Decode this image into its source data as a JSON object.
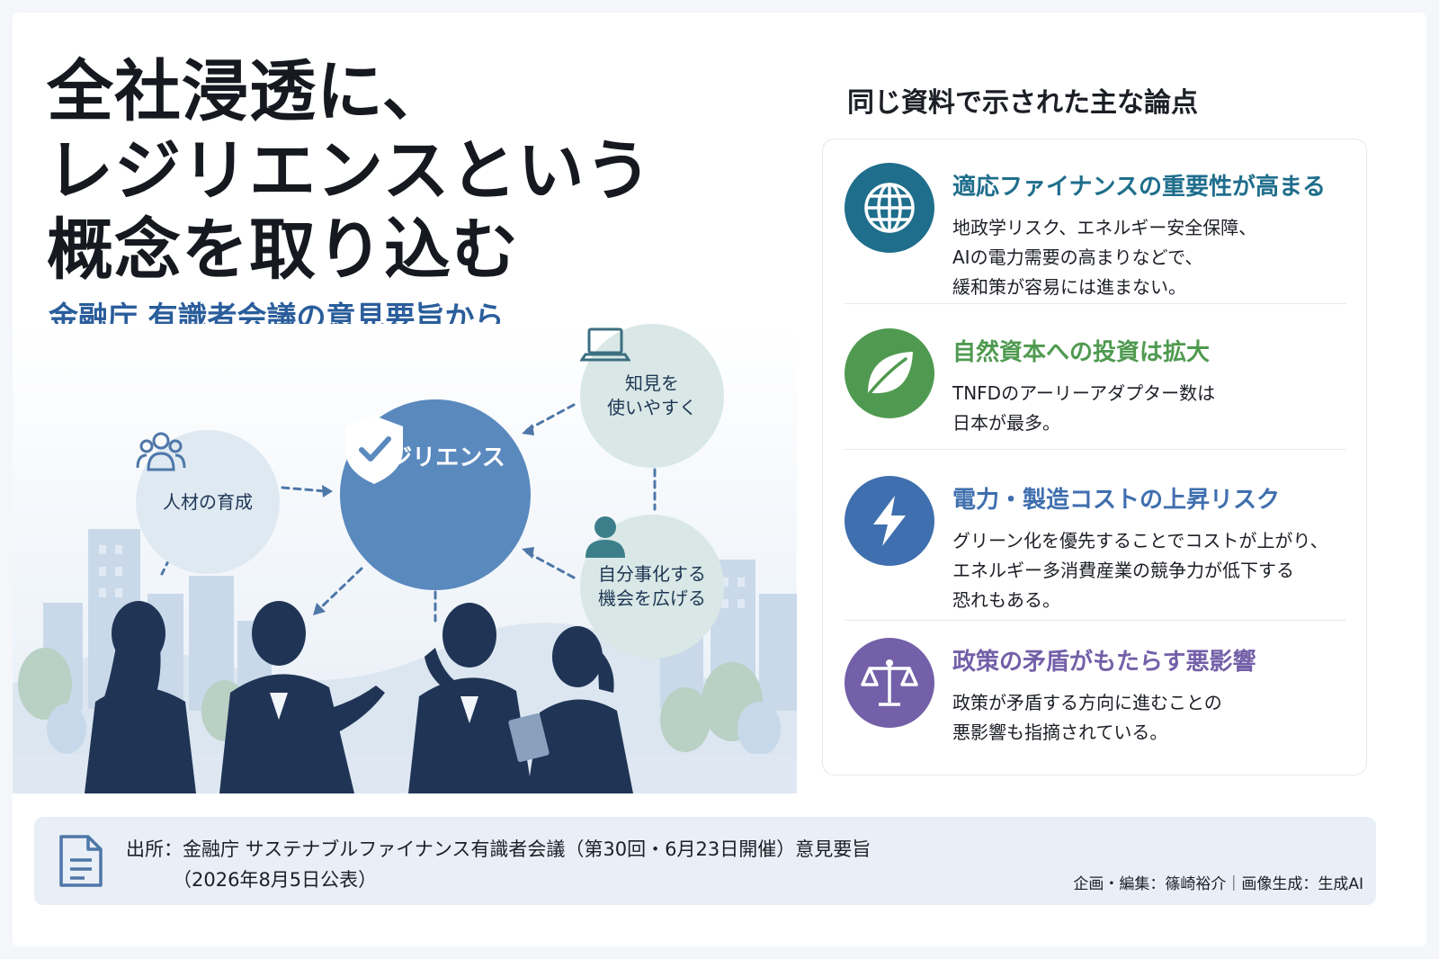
{
  "header": {
    "title_lines": [
      "全社浸透に、",
      "レジリエンスという",
      "概念を取り込む"
    ],
    "subtitle": "金融庁 有識者会議の意見要旨から"
  },
  "diagram": {
    "center": "レジリエンス",
    "hr": "人材の育成",
    "knowledge": [
      "知見を",
      "使いやすく"
    ],
    "ownership": [
      "自分事化する",
      "機会を広げる"
    ]
  },
  "panel": {
    "title": "同じ資料で示された主な論点",
    "points": [
      {
        "icon": "globe-icon",
        "color": "#1f6e8c",
        "heading": "適応ファイナンスの重要性が高まる",
        "body": [
          "地政学リスク、エネルギー安全保障、",
          "AIの電力需要の高まりなどで、",
          "緩和策が容易には進まない。"
        ]
      },
      {
        "icon": "leaf-icon",
        "color": "#4f9a50",
        "heading": "自然資本への投資は拡大",
        "body": [
          "TNFDのアーリーアダプター数は",
          "日本が最多。"
        ]
      },
      {
        "icon": "lightning-icon",
        "color": "#3f6fae",
        "heading": "電力・製造コストの上昇リスク",
        "body": [
          "グリーン化を優先することでコストが上がり、",
          "エネルギー多消費産業の競争力が低下する",
          "恐れもある。"
        ]
      },
      {
        "icon": "scales-icon",
        "color": "#7360a8",
        "heading": "政策の矛盾がもたらす悪影響",
        "body": [
          "政策が矛盾する方向に進むことの",
          "悪影響も指摘されている。"
        ]
      }
    ]
  },
  "source": {
    "line1": "出所：金融庁 サステナブルファイナンス有識者会議（第30回・6月23日開催）意見要旨",
    "line2": "（2026年8月5日公表）",
    "credit": "企画・編集：篠崎裕介｜画像生成：生成AI"
  }
}
